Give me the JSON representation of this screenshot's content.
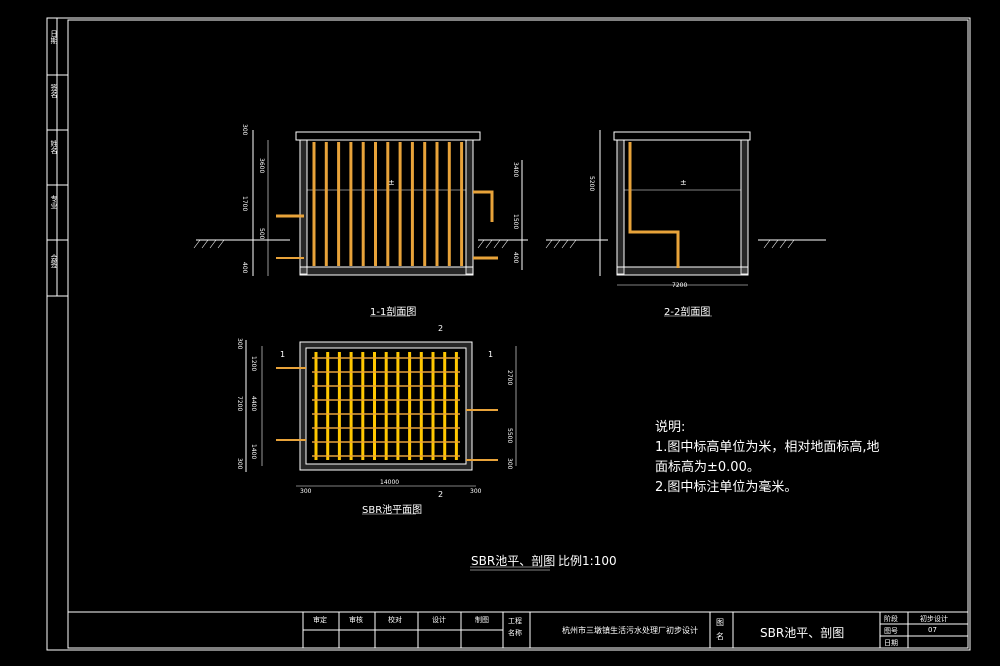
{
  "drawing": {
    "section_1_title": "1-1剖面图",
    "section_2_title": "2-2剖面图",
    "plan_title": "SBR池平面图",
    "main_title": "SBR池平、剖图",
    "scale_text": "比例1:100",
    "water_level_mark": "±",
    "section_cut_labels": [
      "1",
      "1",
      "2",
      "2"
    ],
    "dimensions_section1_left": [
      "300",
      "3600",
      "1700",
      "500",
      "400"
    ],
    "dimensions_section1_right": [
      "3400",
      "1500",
      "400"
    ],
    "dimensions_section2": [
      "5200",
      "7200"
    ],
    "dimensions_plan_left": [
      "300",
      "1200",
      "4400",
      "7200",
      "1400",
      "300"
    ],
    "dimensions_plan_right": [
      "2700",
      "5500",
      "300"
    ],
    "dimensions_plan_bottom": [
      "300",
      "14000",
      "300"
    ]
  },
  "notes": {
    "heading": "说明:",
    "line1": "1.图中标高单位为米，相对地面标高,地",
    "line2": "面标高为±0.00。",
    "line3": "2.图中标注单位为毫米。"
  },
  "title_block": {
    "left_labels": [
      "审定",
      "审核",
      "校对",
      "设计",
      "制图"
    ],
    "project_label": "工程名称",
    "project_name": "杭州市三墩镇生活污水处理厂初步设计",
    "drawing_name_label": "图名",
    "drawing_name": "SBR池平、剖图",
    "right_labels": [
      "阶段",
      "图号",
      "日期"
    ],
    "right_values": [
      "初步设计",
      "07",
      ""
    ]
  },
  "side_strip": {
    "labels": [
      "日期",
      "签名",
      "姓名",
      "专业",
      "会签"
    ]
  },
  "colors": {
    "background": "#000000",
    "lines": "#ffffff",
    "pipes": "#e8a33a",
    "aerators": "#ffc800",
    "concrete": "#9a9a9a"
  }
}
